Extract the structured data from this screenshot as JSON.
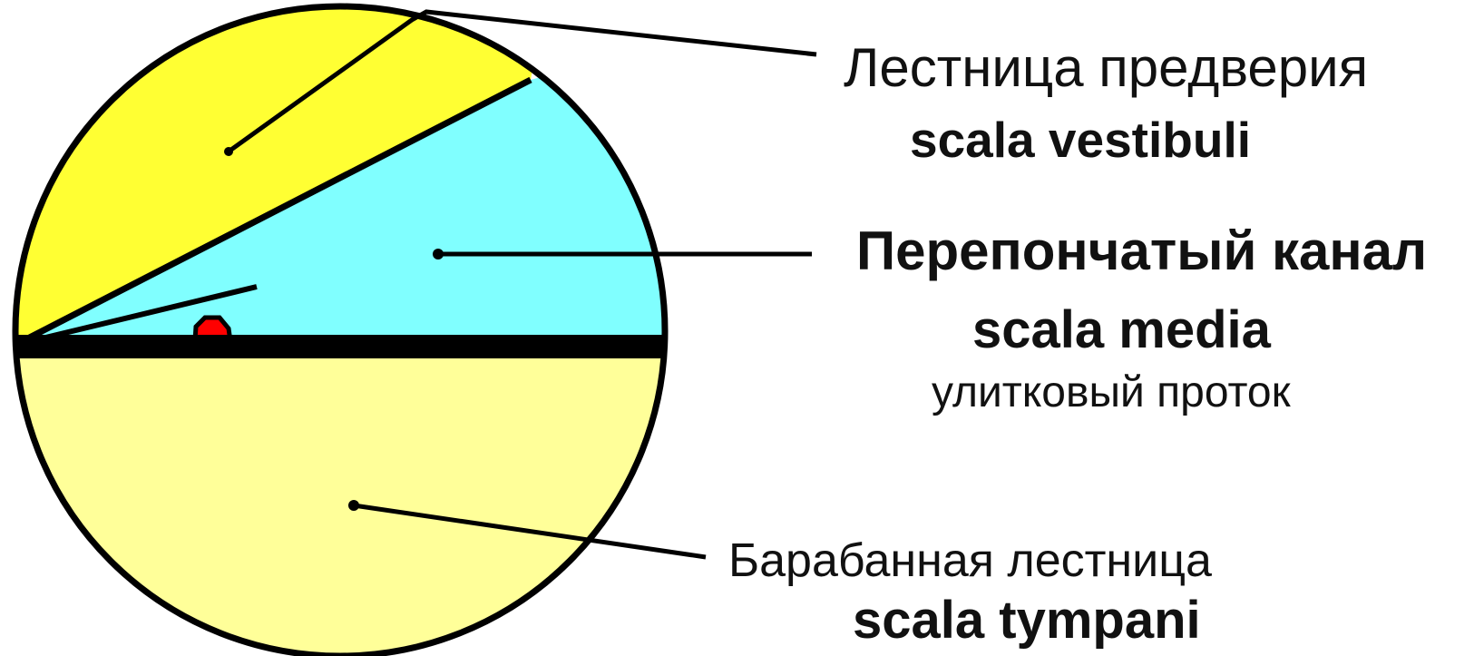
{
  "colors": {
    "scala_vestibuli_fill": "#ffff33",
    "scala_media_fill": "#80ffff",
    "scala_tympani_fill": "#ffff99",
    "organ_fill": "#ff0000",
    "outline": "#000000"
  },
  "labels": {
    "scala_vestibuli_ru": "Лестница предверия",
    "scala_vestibuli_lat": "scala vestibuli",
    "scala_media_ru": "Перепончатый канал",
    "scala_media_lat": "scala media",
    "scala_media_duct": "улитковый проток",
    "scala_tympani_ru": "Барабанная  лестница",
    "scala_tympani_lat": "scala tympani"
  }
}
